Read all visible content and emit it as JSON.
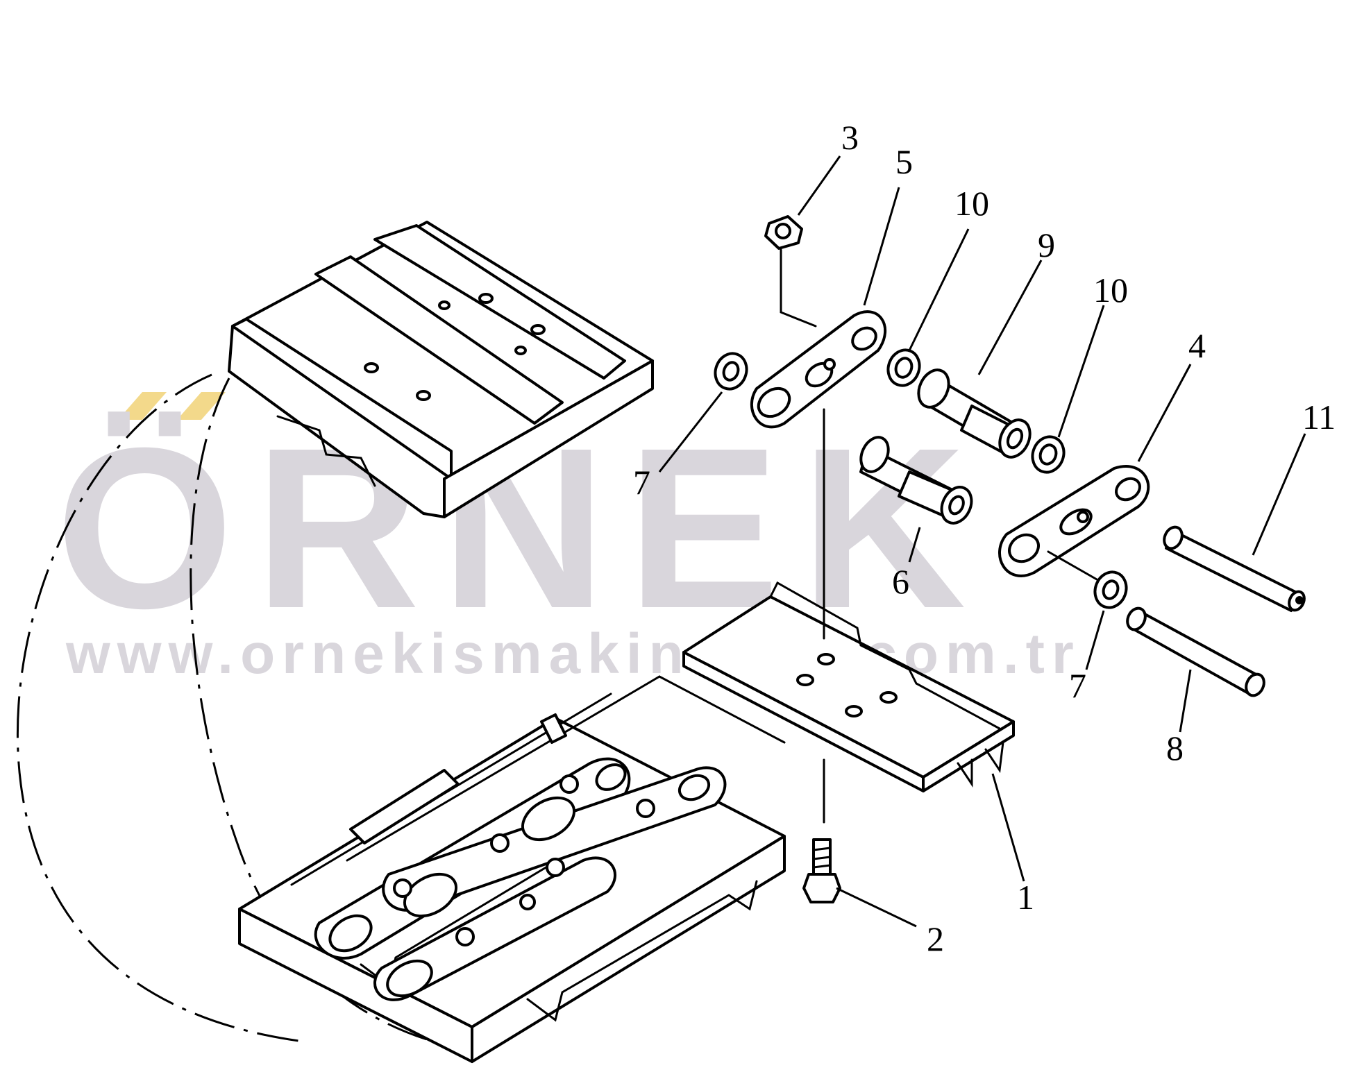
{
  "watermark": {
    "brand": "ÖRNEK",
    "url": "www.ornekismakinalari.com.tr",
    "text_color": "#d9d6dc",
    "accent_color": "#f3d98b"
  },
  "callouts": [
    {
      "id": "part-1",
      "label": "1"
    },
    {
      "id": "part-2",
      "label": "2"
    },
    {
      "id": "part-3",
      "label": "3"
    },
    {
      "id": "part-4",
      "label": "4"
    },
    {
      "id": "part-5",
      "label": "5"
    },
    {
      "id": "part-6",
      "label": "6"
    },
    {
      "id": "part-7a",
      "label": "7"
    },
    {
      "id": "part-7b",
      "label": "7"
    },
    {
      "id": "part-8",
      "label": "8"
    },
    {
      "id": "part-9",
      "label": "9"
    },
    {
      "id": "part-10a",
      "label": "10"
    },
    {
      "id": "part-10b",
      "label": "10"
    },
    {
      "id": "part-11",
      "label": "11"
    }
  ]
}
